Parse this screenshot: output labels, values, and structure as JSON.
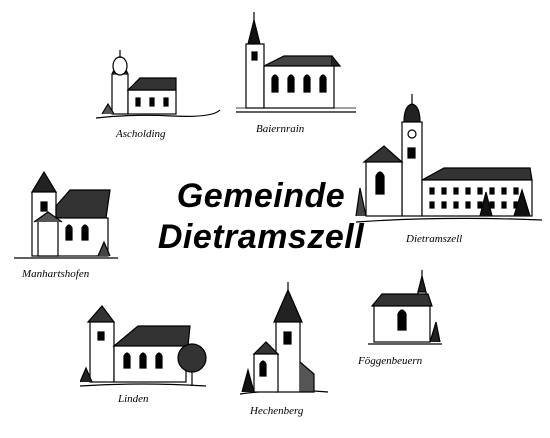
{
  "title": {
    "line1": "Gemeinde",
    "line2": "Dietramszell"
  },
  "places": {
    "ascholding": "Ascholding",
    "baiernrain": "Baiernrain",
    "dietramszell": "Dietramszell",
    "manhartshofen": "Manhartshofen",
    "linden": "Linden",
    "hechenberg": "Hechenberg",
    "foeggenbeuern": "Föggenbeuern"
  }
}
